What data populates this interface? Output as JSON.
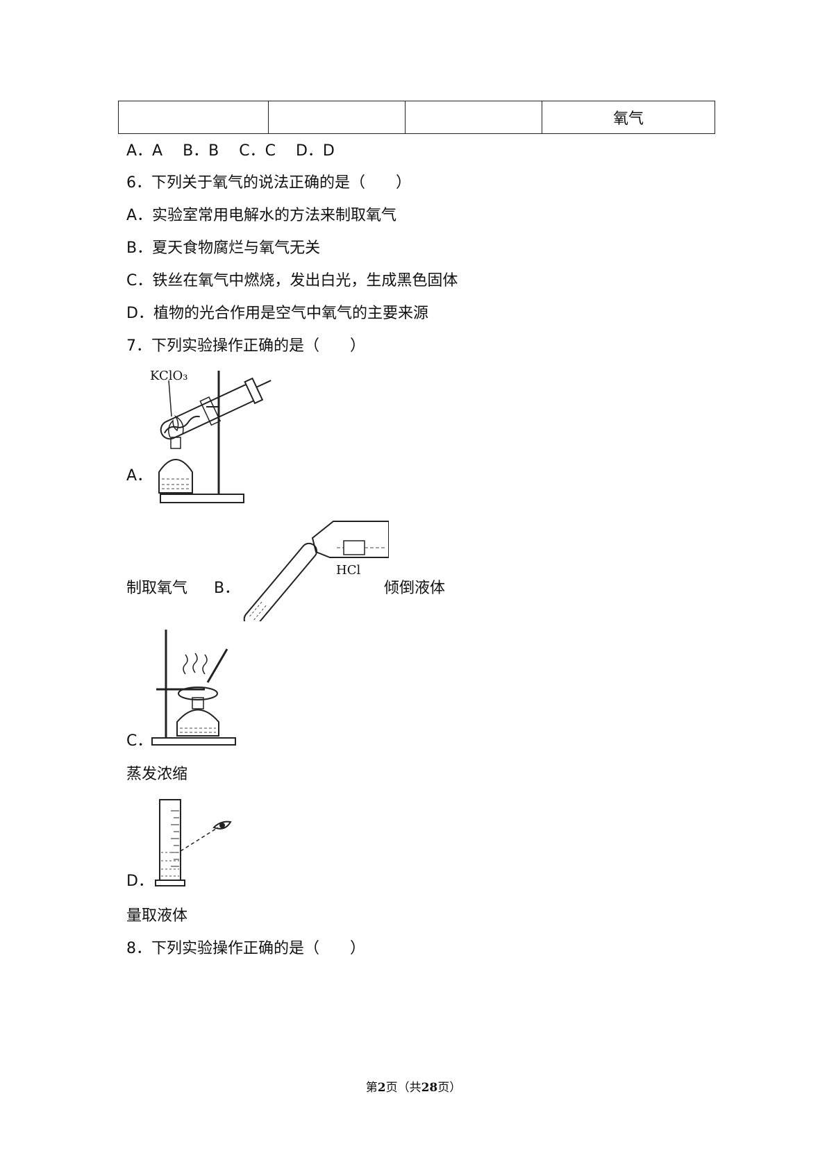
{
  "table": {
    "cells": [
      "",
      "",
      "",
      "氧气"
    ]
  },
  "q5": {
    "options": "A．A　 B．B　 C．C　 D．D"
  },
  "q6": {
    "stem": "6．下列关于氧气的说法正确的是（　　）",
    "A": "A．实验室常用电解水的方法来制取氧气",
    "B": "B．夏天食物腐烂与氧气无关",
    "C": "C．铁丝在氧气中燃烧，发出白光，生成黑色固体",
    "D": "D．植物的光合作用是空气中氧气的主要来源"
  },
  "q7": {
    "stem": "7．下列实验操作正确的是（　　）",
    "A": {
      "letter": "A．",
      "caption": "制取氧气",
      "figure_label": "KClO₃"
    },
    "B": {
      "letter": "B．",
      "caption": "倾倒液体",
      "figure_label": "HCl"
    },
    "C": {
      "letter": "C．",
      "caption": "蒸发浓缩"
    },
    "D": {
      "letter": "D．",
      "caption": "量取液体"
    }
  },
  "q8": {
    "stem": "8．下列实验操作正确的是（　　）"
  },
  "footer": {
    "prefix": "第",
    "page": "2",
    "mid": "页（共",
    "total": "28",
    "suffix": "页）"
  }
}
